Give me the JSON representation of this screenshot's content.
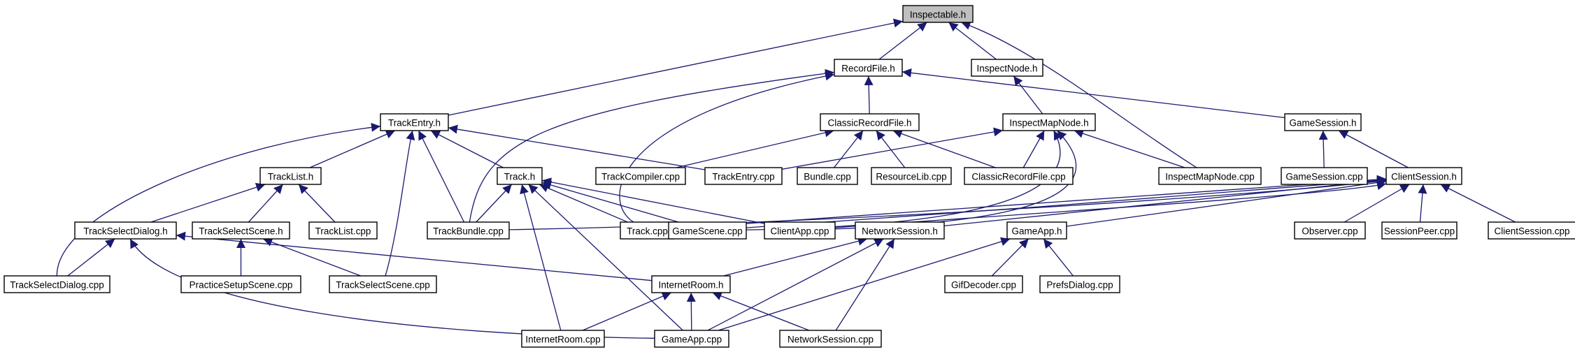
{
  "colors": {
    "edge": "#191970",
    "root_fill": "#bfbfbf",
    "node_border": "#000000"
  },
  "nodes": [
    {
      "id": "inspectable_h",
      "label": "Inspectable.h",
      "root": true
    },
    {
      "id": "recordfile_h",
      "label": "RecordFile.h"
    },
    {
      "id": "inspectnode_h",
      "label": "InspectNode.h"
    },
    {
      "id": "trackentry_h",
      "label": "TrackEntry.h"
    },
    {
      "id": "classicrecordfile_h",
      "label": "ClassicRecordFile.h"
    },
    {
      "id": "inspectmapnode_h",
      "label": "InspectMapNode.h"
    },
    {
      "id": "gamesession_h",
      "label": "GameSession.h"
    },
    {
      "id": "tracklist_h",
      "label": "TrackList.h"
    },
    {
      "id": "track_h",
      "label": "Track.h"
    },
    {
      "id": "trackcompiler_cpp",
      "label": "TrackCompiler.cpp"
    },
    {
      "id": "trackentry_cpp",
      "label": "TrackEntry.cpp"
    },
    {
      "id": "bundle_cpp",
      "label": "Bundle.cpp"
    },
    {
      "id": "resourcelib_cpp",
      "label": "ResourceLib.cpp"
    },
    {
      "id": "classicrecordfile_cpp",
      "label": "ClassicRecordFile.cpp"
    },
    {
      "id": "inspectmapnode_cpp",
      "label": "InspectMapNode.cpp"
    },
    {
      "id": "gamesession_cpp",
      "label": "GameSession.cpp"
    },
    {
      "id": "clientsession_h",
      "label": "ClientSession.h"
    },
    {
      "id": "trackselectdialog_h",
      "label": "TrackSelectDialog.h"
    },
    {
      "id": "trackselectscene_h",
      "label": "TrackSelectScene.h"
    },
    {
      "id": "tracklist_cpp",
      "label": "TrackList.cpp"
    },
    {
      "id": "trackbundle_cpp",
      "label": "TrackBundle.cpp"
    },
    {
      "id": "track_cpp",
      "label": "Track.cpp"
    },
    {
      "id": "gamescene_cpp",
      "label": "GameScene.cpp"
    },
    {
      "id": "clientapp_cpp",
      "label": "ClientApp.cpp"
    },
    {
      "id": "networksession_h",
      "label": "NetworkSession.h"
    },
    {
      "id": "gameapp_h",
      "label": "GameApp.h"
    },
    {
      "id": "observer_cpp",
      "label": "Observer.cpp"
    },
    {
      "id": "sessionpeer_cpp",
      "label": "SessionPeer.cpp"
    },
    {
      "id": "clientsession_cpp",
      "label": "ClientSession.cpp"
    },
    {
      "id": "trackselectdialog_cpp",
      "label": "TrackSelectDialog.cpp"
    },
    {
      "id": "practicesetupscene_cpp",
      "label": "PracticeSetupScene.cpp"
    },
    {
      "id": "trackselectscene_cpp",
      "label": "TrackSelectScene.cpp"
    },
    {
      "id": "internetroom_h",
      "label": "InternetRoom.h"
    },
    {
      "id": "gifdecoder_cpp",
      "label": "GifDecoder.cpp"
    },
    {
      "id": "prefsdialog_cpp",
      "label": "PrefsDialog.cpp"
    },
    {
      "id": "internetroom_cpp",
      "label": "InternetRoom.cpp"
    },
    {
      "id": "gameapp_cpp",
      "label": "GameApp.cpp"
    },
    {
      "id": "networksession_cpp",
      "label": "NetworkSession.cpp"
    }
  ]
}
